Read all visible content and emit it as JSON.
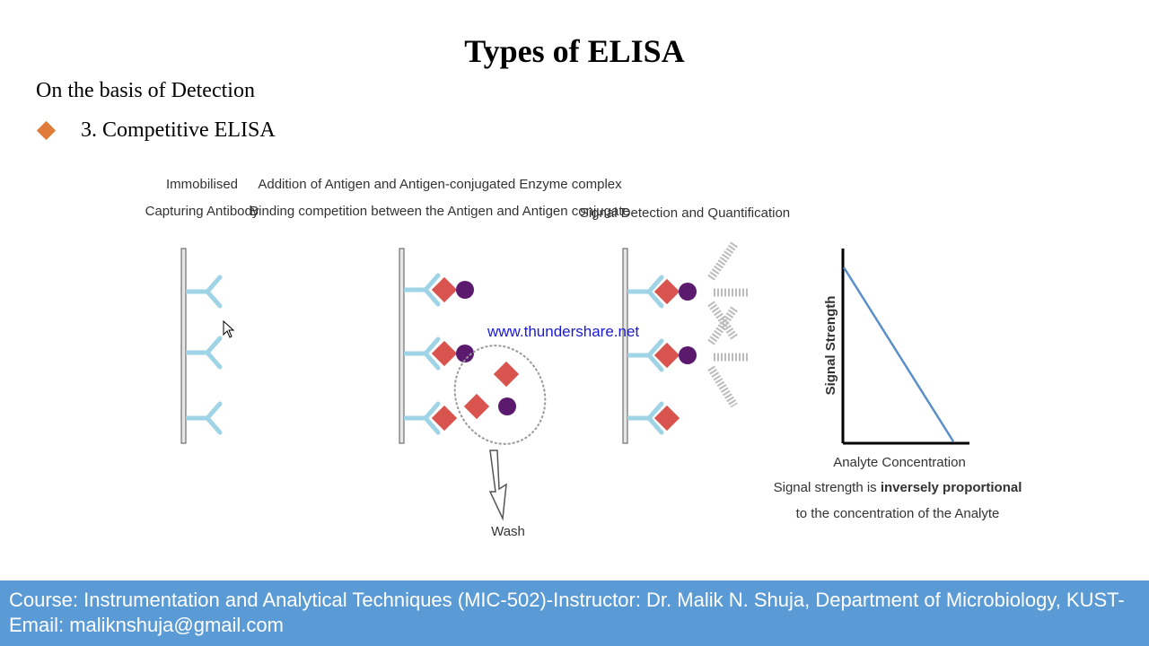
{
  "slide": {
    "title": "Types of ELISA",
    "subtitle": "On the basis of Detection",
    "bullet": "3. Competitive ELISA"
  },
  "diagram": {
    "panel1": {
      "line1": "Immobilised",
      "line2": "Capturing Antibody"
    },
    "panel2": {
      "line1": "Addition of Antigen and Antigen-conjugated Enzyme complex",
      "line2": "Binding competition between the Antigen and Antigen conjugate",
      "wash": "Wash"
    },
    "panel3": {
      "line1": "Signal Detection and Quantification"
    },
    "graph": {
      "ylabel": "Signal Strength",
      "xlabel": "Analyte Concentration",
      "caption_pre": "Signal strength is ",
      "caption_bold": "inversely proportional",
      "caption_line2": "to the concentration of the Analyte"
    },
    "colors": {
      "antibody": "#9fd3e6",
      "antigen": "#d9534f",
      "enzyme": "#5b1a6e",
      "graph_line": "#5b8fc9"
    }
  },
  "watermark": "www.thundershare.net",
  "footer": {
    "text": "Course: Instrumentation and Analytical Techniques (MIC-502)-Instructor: Dr. Malik N. Shuja, Department of Microbiology, KUST-Email: maliknshuja@gmail.com"
  }
}
